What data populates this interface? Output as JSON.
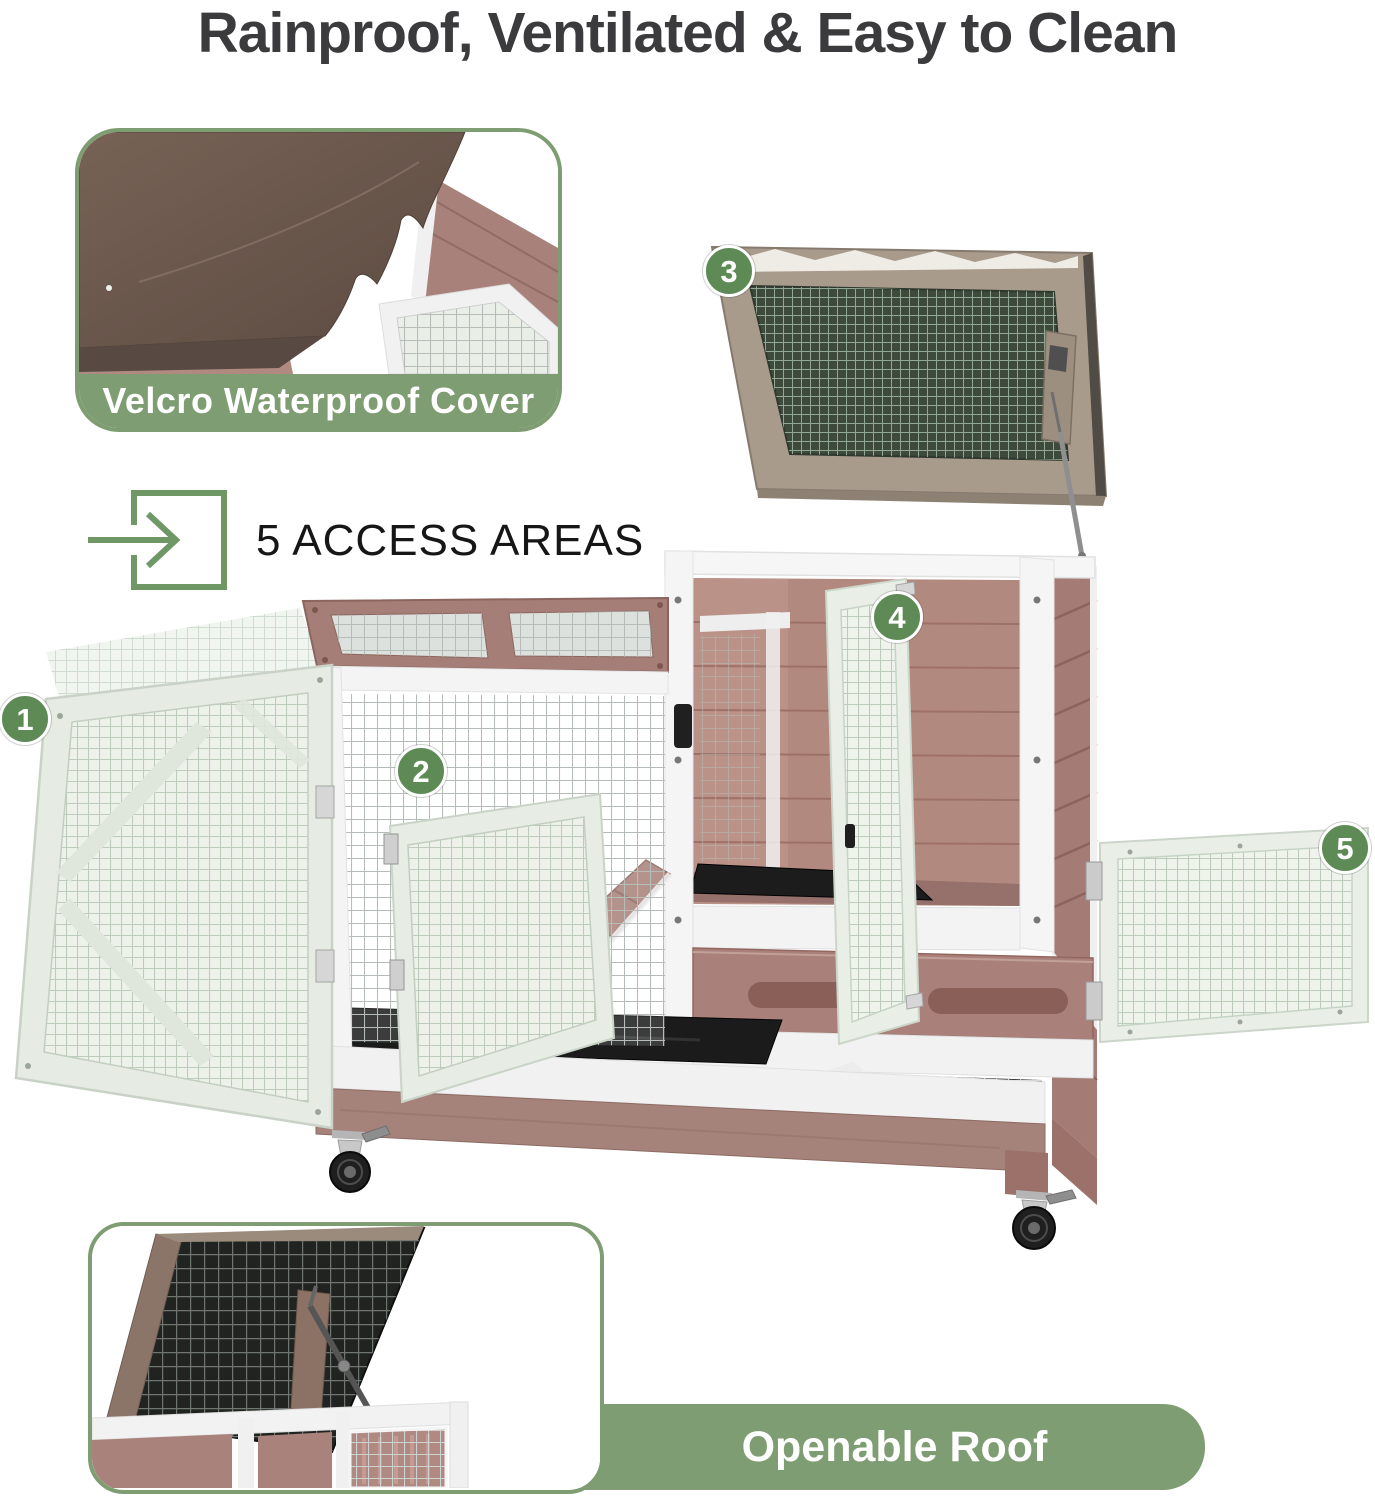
{
  "title": "Rainproof, Ventilated & Easy to Clean",
  "feature": {
    "text": "5 ACCESS AREAS",
    "icon": "enter-arrow-icon"
  },
  "insets": {
    "waterproof_label": "Velcro Waterproof Cover",
    "roof_label": "Openable Roof"
  },
  "callouts": [
    {
      "number": "1"
    },
    {
      "number": "2"
    },
    {
      "number": "3"
    },
    {
      "number": "4"
    },
    {
      "number": "5"
    }
  ],
  "colors": {
    "accent_green": "#5e8b55",
    "band_green": "#7e9d72",
    "title_gray": "#3b3b3d",
    "wood_mauve": "#a8817a",
    "frame_white": "#f4f4f4",
    "lid_taupe": "#a89b8c",
    "lid_mesh_green": "#3e4a3c",
    "tray_black": "#1b1b1b"
  }
}
